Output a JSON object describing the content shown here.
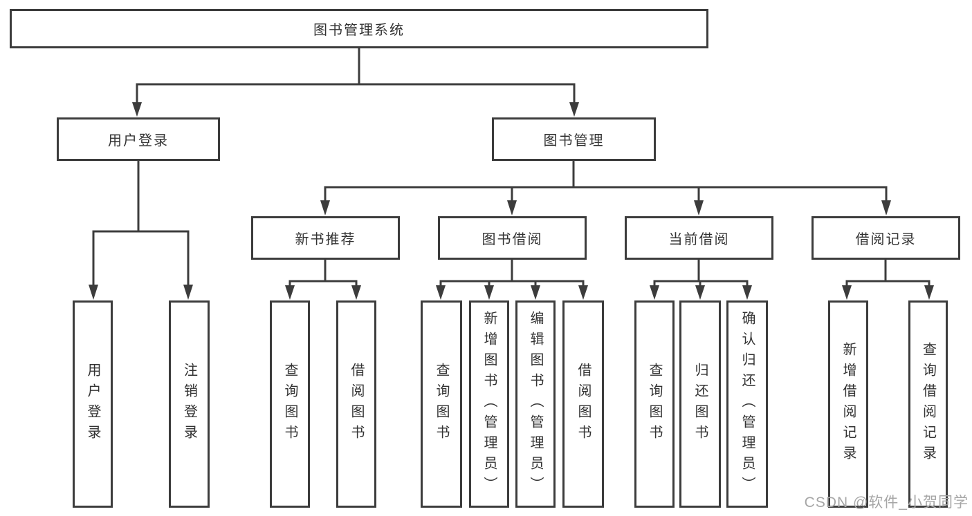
{
  "diagram": {
    "root": {
      "label": "图书管理系统"
    },
    "branches": [
      {
        "label": "用户登录",
        "children": [
          {
            "label": "用户登录"
          },
          {
            "label": "注销登录"
          }
        ]
      },
      {
        "label": "图书管理",
        "children": [
          {
            "label": "新书推荐",
            "children": [
              {
                "label": "查询图书"
              },
              {
                "label": "借阅图书"
              }
            ]
          },
          {
            "label": "图书借阅",
            "children": [
              {
                "label": "查询图书"
              },
              {
                "label": "新增图书（管理员）"
              },
              {
                "label": "编辑图书（管理员）"
              },
              {
                "label": "借阅图书"
              }
            ]
          },
          {
            "label": "当前借阅",
            "children": [
              {
                "label": "查询图书"
              },
              {
                "label": "归还图书"
              },
              {
                "label": "确认归还（管理员）"
              }
            ]
          },
          {
            "label": "借阅记录",
            "children": [
              {
                "label": "新增借阅记录"
              },
              {
                "label": "查询借阅记录"
              }
            ]
          }
        ]
      }
    ]
  },
  "watermark": {
    "text": "CSDN @软件_小贺同学"
  },
  "colors": {
    "line": "#3c3c3c",
    "text": "#333333",
    "watermark-color": "#a6a6a6"
  }
}
